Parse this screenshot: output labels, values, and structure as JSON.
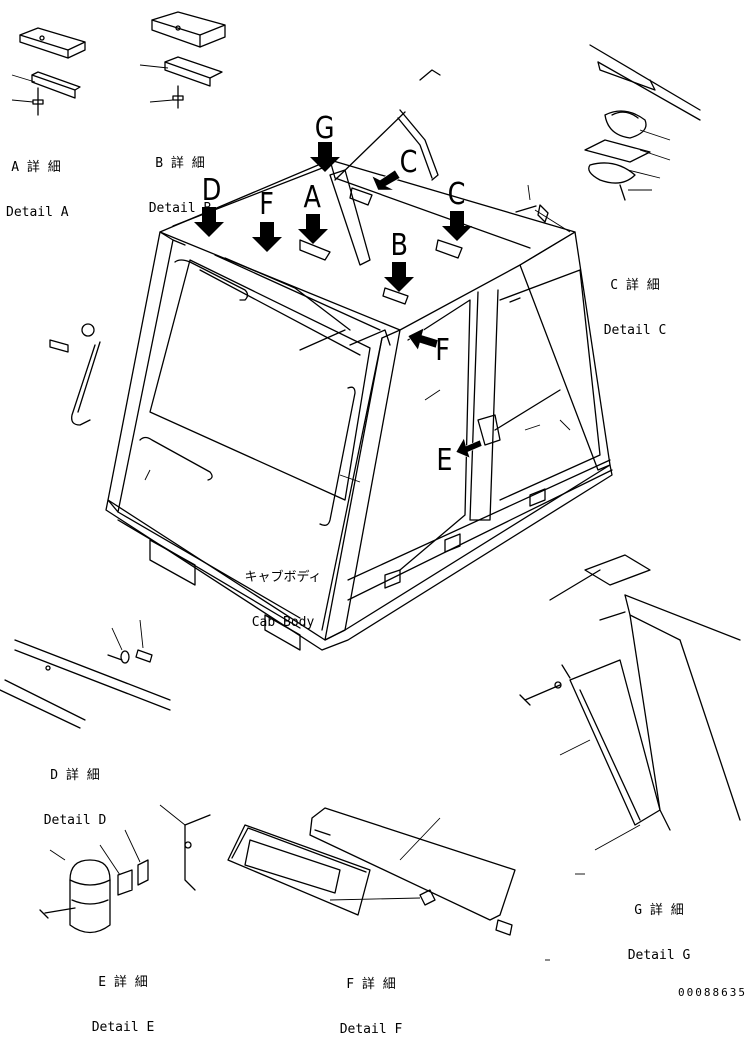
{
  "details": {
    "a": {
      "jp": "A 詳 細",
      "en": "Detail A"
    },
    "b": {
      "jp": "B 詳 細",
      "en": "Detail B"
    },
    "c": {
      "jp": "C 詳 細",
      "en": "Detail C"
    },
    "d": {
      "jp": "D 詳 細",
      "en": "Detail D"
    },
    "e": {
      "jp": "E 詳 細",
      "en": "Detail E"
    },
    "f": {
      "jp": "F 詳 細",
      "en": "Detail F"
    },
    "g": {
      "jp": "G 詳 細",
      "en": "Detail G"
    }
  },
  "cab_body": {
    "jp": "キャブボディ",
    "en": "Cab Body"
  },
  "callouts": {
    "A": "A",
    "B": "B",
    "C1": "C",
    "C2": "C",
    "D": "D",
    "E": "E",
    "F1": "F",
    "F2": "F",
    "G": "G"
  },
  "part_number": "00088635"
}
